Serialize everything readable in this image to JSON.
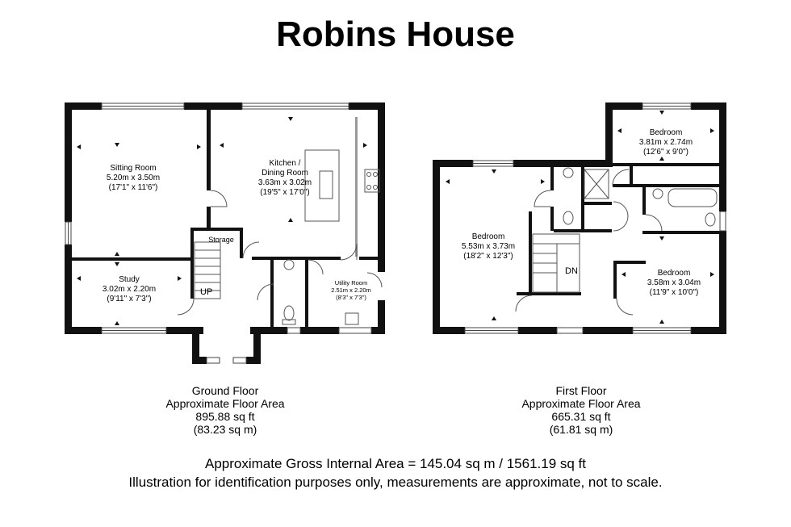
{
  "title": "Robins House",
  "ground_floor": {
    "rooms": [
      {
        "name": "Sitting Room",
        "metric": "5.20m x 3.50m",
        "imperial": "(17'1\" x 11'6\")"
      },
      {
        "name": "Kitchen /",
        "name2": "Dining Room",
        "metric": "3.63m x 3.02m",
        "imperial": "(19'5\" x 17'0\")"
      },
      {
        "name": "Study",
        "metric": "3.02m x 2.20m",
        "imperial": "(9'11\" x 7'3\")"
      },
      {
        "name": "Utility Room",
        "metric": "2.51m x 2.20m",
        "imperial": "(8'3\" x 7'3\")"
      }
    ],
    "storage": "Storage",
    "up": "UP",
    "caption": {
      "name": "Ground Floor",
      "label": "Approximate Floor Area",
      "sqft": "895.88 sq ft",
      "sqm": "(83.23 sq m)"
    }
  },
  "first_floor": {
    "rooms": [
      {
        "name": "Bedroom",
        "metric": "3.81m x 2.74m",
        "imperial": "(12'6\" x 9'0\")"
      },
      {
        "name": "Bedroom",
        "metric": "5.53m x 3.73m",
        "imperial": "(18'2\" x 12'3\")"
      },
      {
        "name": "Bedroom",
        "metric": "3.58m x 3.04m",
        "imperial": "(11'9\" x 10'0\")"
      }
    ],
    "dn": "DN",
    "caption": {
      "name": "First Floor",
      "label": "Approximate Floor Area",
      "sqft": "665.31 sq ft",
      "sqm": "(61.81 sq m)"
    }
  },
  "footer": {
    "area": "Approximate Gross Internal Area = 145.04 sq m / 1561.19 sq ft",
    "disclaimer": "Illustration for identification purposes only, measurements are approximate, not to scale."
  }
}
